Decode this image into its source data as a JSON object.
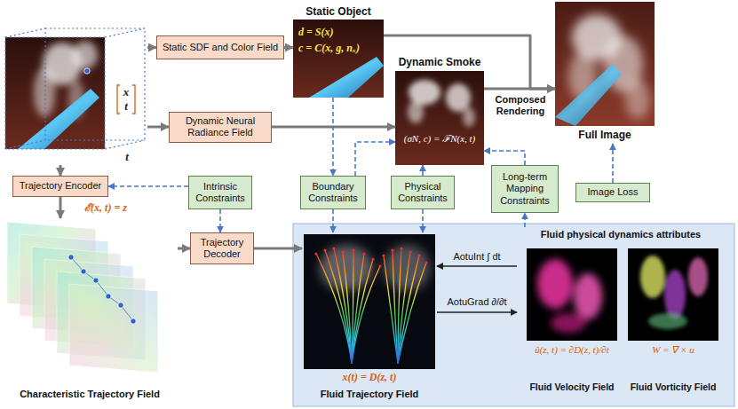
{
  "diagram": {
    "nodes": [
      {
        "text": [
          "x",
          "t",
          "t"
        ]
      },
      {
        "text": [
          "Static SDF and Color Field"
        ]
      },
      {
        "text": [
          "Static Object",
          "d = S(x)",
          "c = C(x, g, nₓ)"
        ]
      },
      {
        "text": [
          "Full Image"
        ]
      },
      {
        "text": [
          "Dynamic Neural Radiance Field"
        ]
      },
      {
        "text": [
          "Dynamic Smoke",
          "(σN, c) = ℱN(x, t)"
        ]
      },
      {
        "text": [
          "Trajectory Encoder"
        ]
      },
      {
        "text": [
          "Intrinsic Constraints"
        ]
      },
      {
        "text": [
          "Boundary Constraints"
        ]
      },
      {
        "text": [
          "Physical Constraints"
        ]
      },
      {
        "text": [
          "Long-term Mapping Constraints"
        ]
      },
      {
        "text": [
          "Image Loss"
        ]
      },
      {
        "text": [
          "Characteristic Trajectory Field"
        ]
      },
      {
        "text": [
          "Trajectory Decoder"
        ]
      },
      {
        "text": [
          "x(t) = D(z, t)",
          "Fluid Trajectory Field"
        ]
      },
      {
        "text": [
          "Fluid physical dynamics attributes"
        ]
      },
      {
        "text": [
          "û(z, t) = ∂D(z, t)/∂t",
          "Fluid Velocity Field"
        ],
        "in": 15
      },
      {
        "text": [
          "W = ∇ × u",
          "Fluid Vorticity Field"
        ],
        "in": 15
      }
    ],
    "edges": [
      {
        "from": 0,
        "to": 1,
        "arrow": "to"
      },
      {
        "from": 0,
        "to": 4,
        "arrow": "to"
      },
      {
        "from": 0,
        "to": 6,
        "arrow": "to"
      },
      {
        "from": 1,
        "to": 2,
        "arrow": "to"
      },
      {
        "from": 4,
        "to": 5,
        "arrow": "to"
      },
      {
        "from": 2,
        "to": 3,
        "arrow": "to"
      },
      {
        "from": 5,
        "to": 3,
        "arrow": "to",
        "label": "Composed Rendering"
      },
      {
        "from": 6,
        "to": 12,
        "arrow": "to"
      },
      {
        "from": 12,
        "to": 13,
        "arrow": "to"
      },
      {
        "from": 13,
        "to": 14,
        "arrow": "to"
      },
      {
        "from": 7,
        "to": 6,
        "arrow": "to"
      },
      {
        "from": 7,
        "to": 13,
        "arrow": "to"
      },
      {
        "from": 2,
        "to": 8,
        "arrow": "to"
      },
      {
        "from": 8,
        "to": 5,
        "arrow": "to"
      },
      {
        "from": 8,
        "to": 14,
        "arrow": "to"
      },
      {
        "from": 9,
        "to": 5,
        "arrow": "to"
      },
      {
        "from": 9,
        "to": 14,
        "arrow": "to"
      },
      {
        "from": 10,
        "to": 5,
        "arrow": "to"
      },
      {
        "from": 15,
        "to": 10,
        "arrow": "to"
      },
      {
        "from": 11,
        "to": 3,
        "arrow": "to"
      },
      {
        "from": 15,
        "to": 14,
        "arrow": "to",
        "label": "AotuInt ∫ dt"
      },
      {
        "from": 14,
        "to": 15,
        "arrow": "to",
        "label": "AotuGrad ∂/∂t"
      }
    ],
    "labels": [
      "ℰ(x, t) = z"
    ]
  }
}
